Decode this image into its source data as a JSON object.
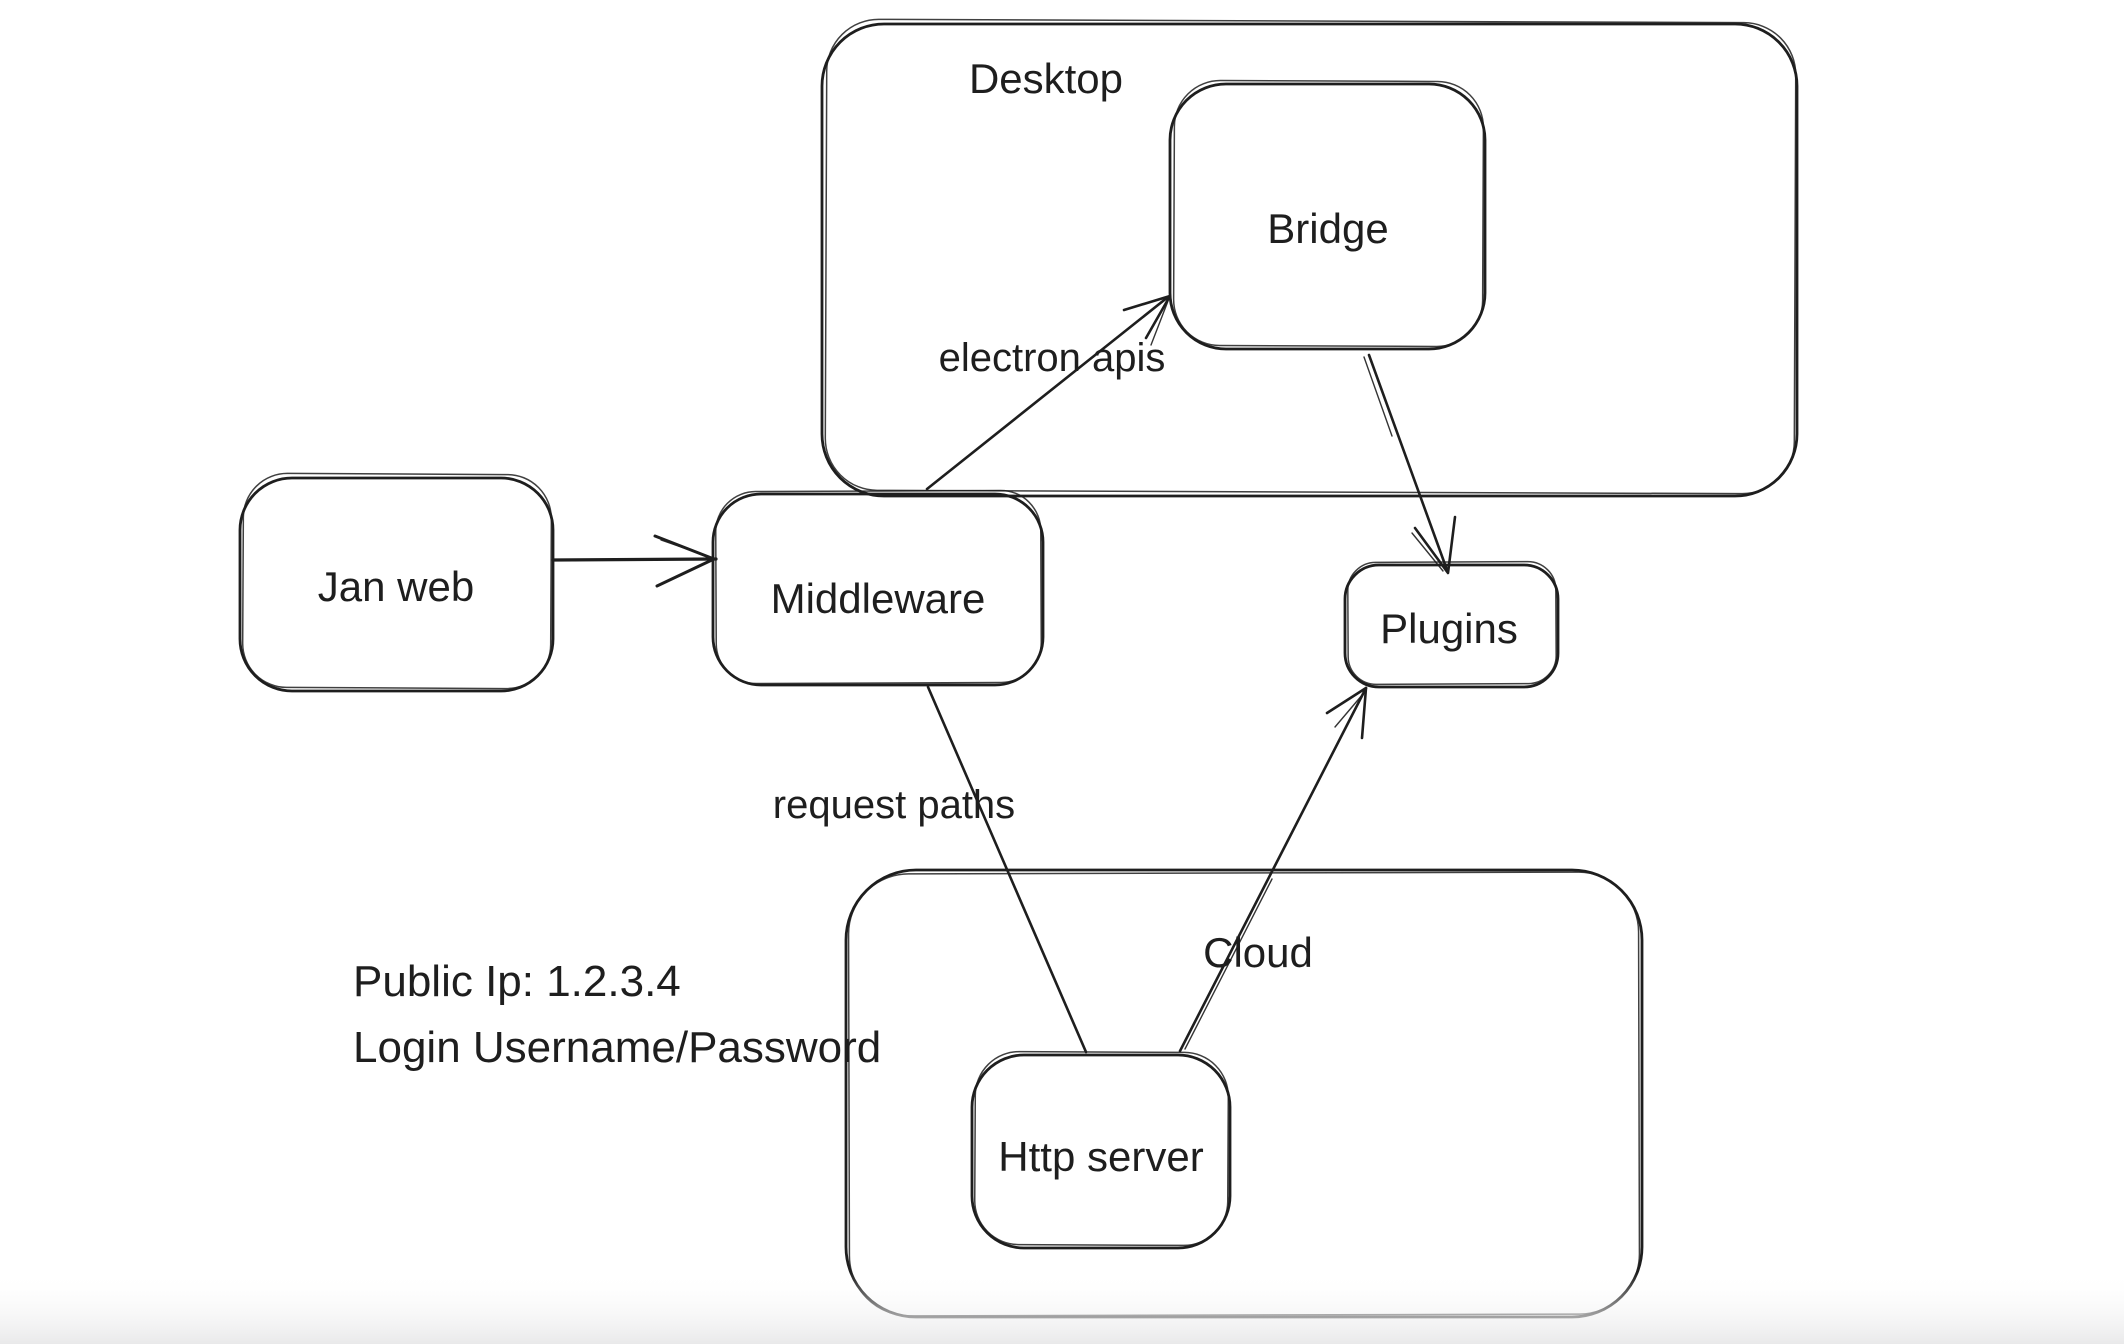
{
  "canvas": {
    "background_color": "#ffffff",
    "stroke_color": "#1e1e1e",
    "style": "hand-drawn sketch diagram"
  },
  "containers": {
    "desktop": {
      "label": "Desktop"
    },
    "cloud": {
      "label": "Cloud"
    }
  },
  "nodes": {
    "jan_web": {
      "label": "Jan web"
    },
    "middleware": {
      "label": "Middleware"
    },
    "bridge": {
      "label": "Bridge"
    },
    "plugins": {
      "label": "Plugins"
    },
    "http_server": {
      "label": "Http server"
    }
  },
  "edges": {
    "jan_web_to_middleware": {
      "from": "Jan web",
      "to": "Middleware",
      "label": ""
    },
    "middleware_to_bridge": {
      "from": "Middleware",
      "to": "Bridge",
      "label": "electron apis"
    },
    "bridge_to_plugins": {
      "from": "Bridge",
      "to": "Plugins",
      "label": ""
    },
    "middleware_to_http_server": {
      "from": "Middleware",
      "to": "Http server",
      "label": "request paths"
    },
    "http_server_to_plugins": {
      "from": "Http server",
      "to": "Plugins",
      "label": ""
    }
  },
  "notes": {
    "public_ip": "Public Ip: 1.2.3.4",
    "login": "Login Username/Password"
  }
}
